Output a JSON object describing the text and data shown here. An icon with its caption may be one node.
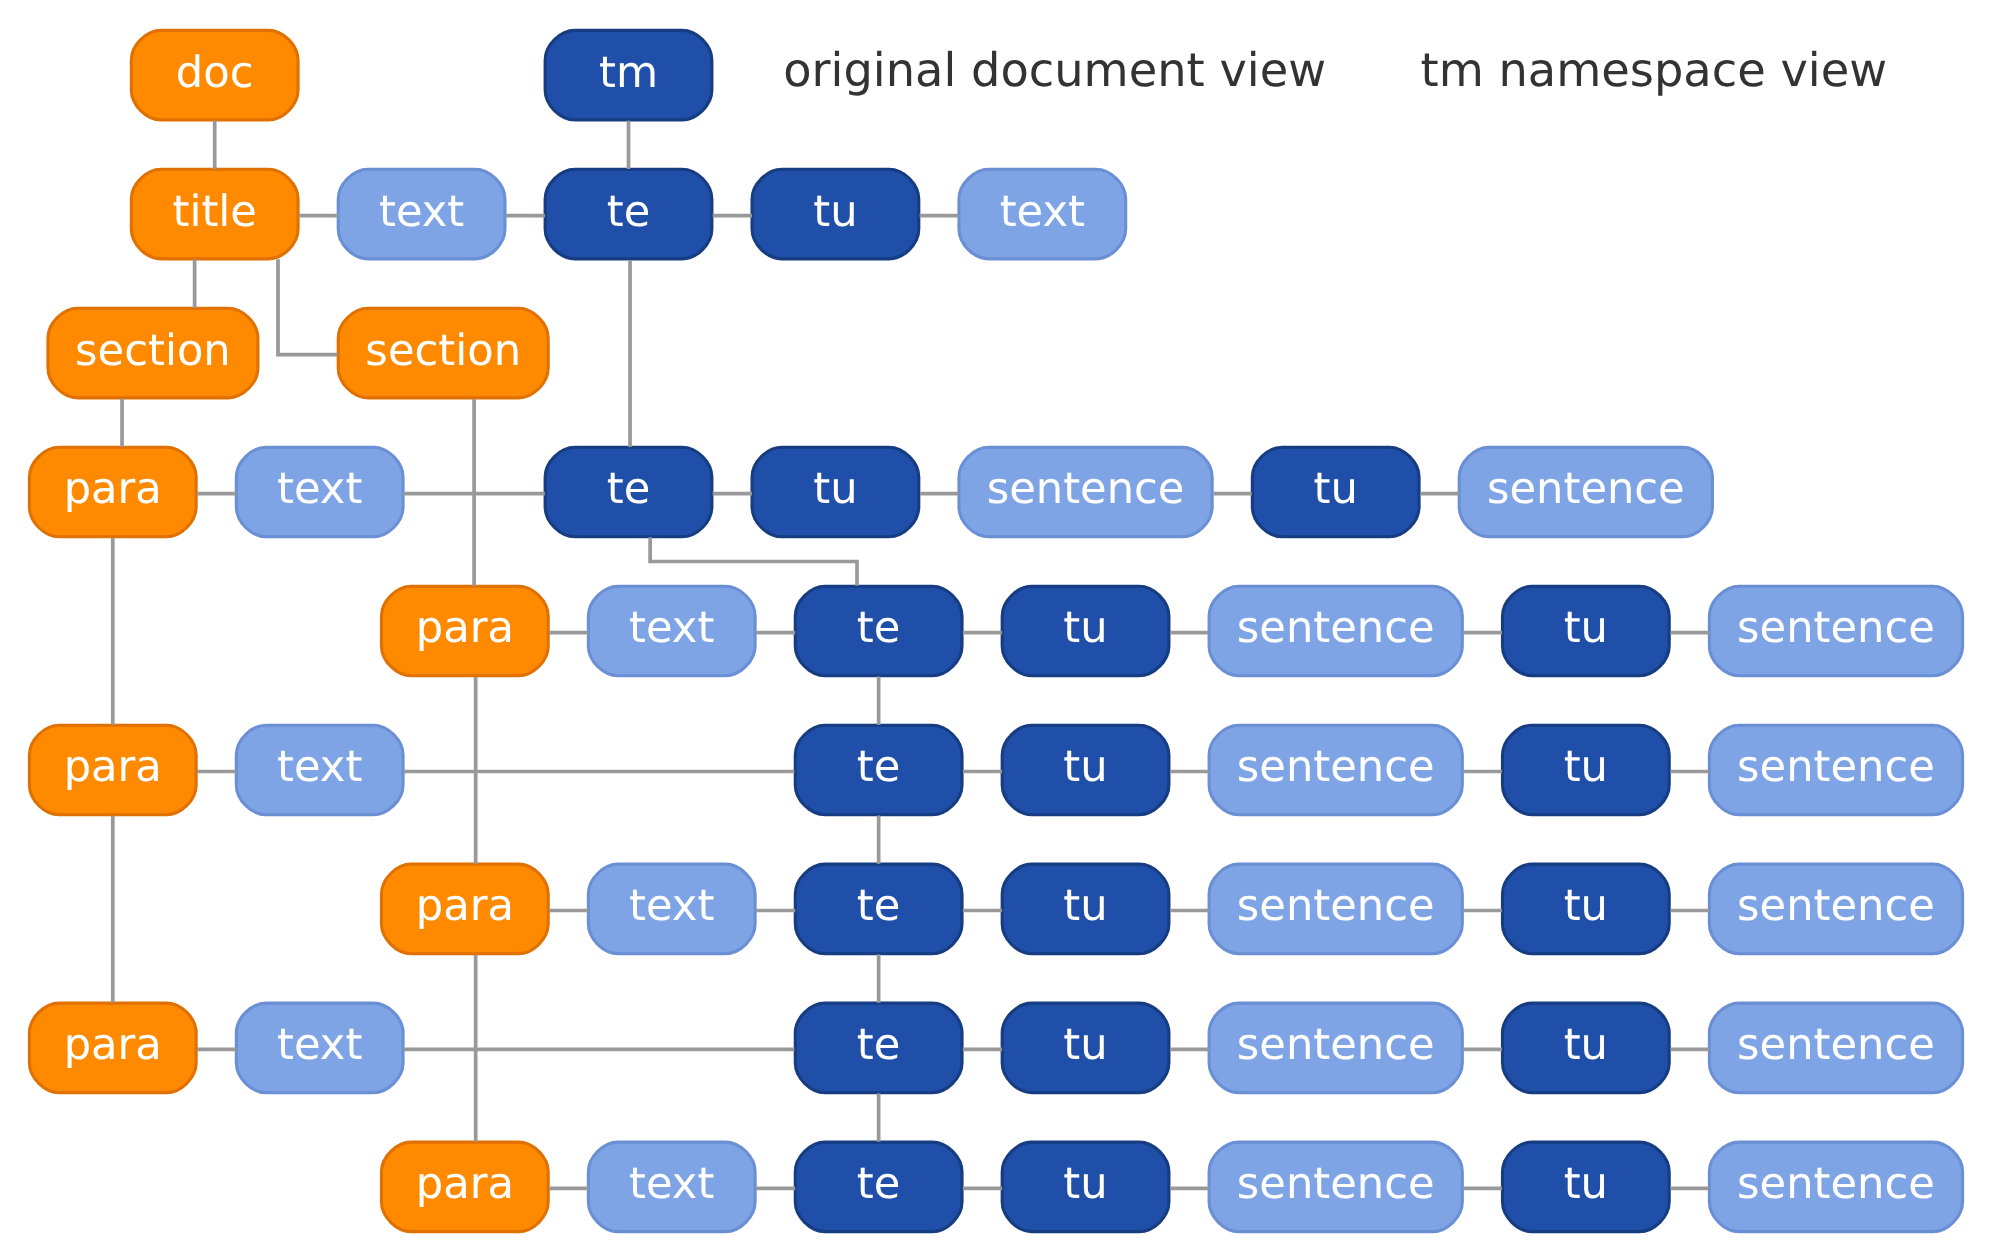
{
  "diagram": {
    "nodes": [
      {
        "text": [
          "doc"
        ]
      },
      {
        "text": [
          "title"
        ]
      },
      {
        "text": [
          "text"
        ]
      },
      {
        "text": [
          "section"
        ]
      },
      {
        "text": [
          "section"
        ]
      },
      {
        "text": [
          "para"
        ]
      },
      {
        "text": [
          "text"
        ]
      },
      {
        "text": [
          "para"
        ]
      },
      {
        "text": [
          "text"
        ]
      },
      {
        "text": [
          "para"
        ]
      },
      {
        "text": [
          "text"
        ]
      },
      {
        "text": [
          "para"
        ]
      },
      {
        "text": [
          "text"
        ]
      },
      {
        "text": [
          "para"
        ]
      },
      {
        "text": [
          "text"
        ]
      },
      {
        "text": [
          "para"
        ]
      },
      {
        "text": [
          "text"
        ]
      },
      {
        "text": [
          "tm"
        ]
      },
      {
        "text": [
          "te"
        ]
      },
      {
        "text": [
          "tu"
        ]
      },
      {
        "text": [
          "text"
        ]
      },
      {
        "text": [
          "te"
        ]
      },
      {
        "text": [
          "tu"
        ]
      },
      {
        "text": [
          "sentence"
        ]
      },
      {
        "text": [
          "tu"
        ]
      },
      {
        "text": [
          "sentence"
        ]
      },
      {
        "text": [
          "te"
        ]
      },
      {
        "text": [
          "tu"
        ]
      },
      {
        "text": [
          "sentence"
        ]
      },
      {
        "text": [
          "tu"
        ]
      },
      {
        "text": [
          "sentence"
        ]
      },
      {
        "text": [
          "te"
        ]
      },
      {
        "text": [
          "tu"
        ]
      },
      {
        "text": [
          "sentence"
        ]
      },
      {
        "text": [
          "tu"
        ]
      },
      {
        "text": [
          "sentence"
        ]
      },
      {
        "text": [
          "te"
        ]
      },
      {
        "text": [
          "tu"
        ]
      },
      {
        "text": [
          "sentence"
        ]
      },
      {
        "text": [
          "tu"
        ]
      },
      {
        "text": [
          "sentence"
        ]
      },
      {
        "text": [
          "te"
        ]
      },
      {
        "text": [
          "tu"
        ]
      },
      {
        "text": [
          "sentence"
        ]
      },
      {
        "text": [
          "tu"
        ]
      },
      {
        "text": [
          "sentence"
        ]
      },
      {
        "text": [
          "te"
        ]
      },
      {
        "text": [
          "tu"
        ]
      },
      {
        "text": [
          "sentence"
        ]
      },
      {
        "text": [
          "tu"
        ]
      },
      {
        "text": [
          "sentence"
        ]
      }
    ],
    "edges": [
      {
        "from": 0,
        "to": 1,
        "arrow": "none"
      },
      {
        "from": 1,
        "to": 2,
        "arrow": "none"
      },
      {
        "from": 1,
        "to": 3,
        "arrow": "none"
      },
      {
        "from": 1,
        "to": 4,
        "arrow": "none"
      },
      {
        "from": 4,
        "to": 5,
        "arrow": "none"
      },
      {
        "from": 5,
        "to": 6,
        "arrow": "none"
      },
      {
        "from": 3,
        "to": 7,
        "arrow": "none"
      },
      {
        "from": 7,
        "to": 8,
        "arrow": "none"
      },
      {
        "from": 5,
        "to": 9,
        "arrow": "none"
      },
      {
        "from": 9,
        "to": 10,
        "arrow": "none"
      },
      {
        "from": 7,
        "to": 11,
        "arrow": "none"
      },
      {
        "from": 11,
        "to": 12,
        "arrow": "none"
      },
      {
        "from": 9,
        "to": 13,
        "arrow": "none"
      },
      {
        "from": 13,
        "to": 14,
        "arrow": "none"
      },
      {
        "from": 11,
        "to": 15,
        "arrow": "none"
      },
      {
        "from": 15,
        "to": 16,
        "arrow": "none"
      },
      {
        "from": 17,
        "to": 18,
        "arrow": "none"
      },
      {
        "from": 2,
        "to": 18,
        "arrow": "none"
      },
      {
        "from": 18,
        "to": 19,
        "arrow": "none"
      },
      {
        "from": 19,
        "to": 20,
        "arrow": "none"
      },
      {
        "from": 18,
        "to": 21,
        "arrow": "none"
      },
      {
        "from": 6,
        "to": 21,
        "arrow": "none"
      },
      {
        "from": 21,
        "to": 22,
        "arrow": "none"
      },
      {
        "from": 22,
        "to": 23,
        "arrow": "none"
      },
      {
        "from": 23,
        "to": 24,
        "arrow": "none"
      },
      {
        "from": 24,
        "to": 25,
        "arrow": "none"
      },
      {
        "from": 21,
        "to": 26,
        "arrow": "none"
      },
      {
        "from": 8,
        "to": 26,
        "arrow": "none"
      },
      {
        "from": 26,
        "to": 27,
        "arrow": "none"
      },
      {
        "from": 27,
        "to": 28,
        "arrow": "none"
      },
      {
        "from": 28,
        "to": 29,
        "arrow": "none"
      },
      {
        "from": 29,
        "to": 30,
        "arrow": "none"
      },
      {
        "from": 26,
        "to": 31,
        "arrow": "none"
      },
      {
        "from": 10,
        "to": 31,
        "arrow": "none"
      },
      {
        "from": 31,
        "to": 32,
        "arrow": "none"
      },
      {
        "from": 32,
        "to": 33,
        "arrow": "none"
      },
      {
        "from": 33,
        "to": 34,
        "arrow": "none"
      },
      {
        "from": 34,
        "to": 35,
        "arrow": "none"
      },
      {
        "from": 31,
        "to": 36,
        "arrow": "none"
      },
      {
        "from": 12,
        "to": 36,
        "arrow": "none"
      },
      {
        "from": 36,
        "to": 37,
        "arrow": "none"
      },
      {
        "from": 37,
        "to": 38,
        "arrow": "none"
      },
      {
        "from": 38,
        "to": 39,
        "arrow": "none"
      },
      {
        "from": 39,
        "to": 40,
        "arrow": "none"
      },
      {
        "from": 36,
        "to": 41,
        "arrow": "none"
      },
      {
        "from": 14,
        "to": 41,
        "arrow": "none"
      },
      {
        "from": 41,
        "to": 42,
        "arrow": "none"
      },
      {
        "from": 42,
        "to": 43,
        "arrow": "none"
      },
      {
        "from": 43,
        "to": 44,
        "arrow": "none"
      },
      {
        "from": 44,
        "to": 45,
        "arrow": "none"
      },
      {
        "from": 41,
        "to": 46,
        "arrow": "none"
      },
      {
        "from": 16,
        "to": 46,
        "arrow": "none"
      },
      {
        "from": 46,
        "to": 47,
        "arrow": "none"
      },
      {
        "from": 47,
        "to": 48,
        "arrow": "none"
      },
      {
        "from": 48,
        "to": 49,
        "arrow": "none"
      },
      {
        "from": 49,
        "to": 50,
        "arrow": "none"
      }
    ],
    "labels": [
      "original document view",
      "tm namespace view"
    ]
  }
}
